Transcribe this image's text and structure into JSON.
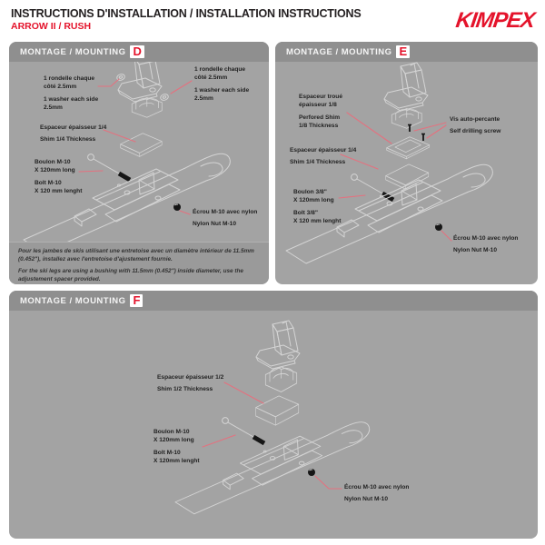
{
  "header": {
    "title": "INSTRUCTIONS D'INSTALLATION / INSTALLATION INSTRUCTIONS",
    "subtitle": "ARROW II / RUSH",
    "brand": "KIMPEX"
  },
  "accent_color": "#e4132b",
  "leader_color": "#e4717f",
  "panels": {
    "d": {
      "header": "MONTAGE / MOUNTING",
      "letter": "D",
      "labels": {
        "washer_left_fr": "1 rondelle chaque\ncôté 2.5mm",
        "washer_left_en": "1 washer each side\n2.5mm",
        "washer_right_fr": "1 rondelle chaque\ncôté 2.5mm",
        "washer_right_en": "1 washer each side\n2.5mm",
        "shim_fr": "Espaceur épaisseur 1/4",
        "shim_en": "Shim 1/4 Thickness",
        "bolt_fr": "Boulon M-10\nX 120mm long",
        "bolt_en": "Bolt M-10\nX 120 mm lenght",
        "nut_fr": "Écrou M-10 avec nylon",
        "nut_en": "Nylon Nut M-10"
      },
      "note_fr": "Pour les jambes de skis utilisant une entretoise avec un diamètre intérieur de 11.5mm (0.452\"), installez avec l'entretoise d'ajustement fournie.",
      "note_en": "For the ski legs are using a bushing with 11.5mm (0.452\") inside diameter, use the adjustement spacer provided."
    },
    "e": {
      "header": "MONTAGE / MOUNTING",
      "letter": "E",
      "labels": {
        "perfshim_fr": "Espaceur troué\népaisseur 1/8",
        "perfshim_en": "Perfored Shim\n1/8 Thickness",
        "screw_fr": "Vis auto-percante",
        "screw_en": "Self drilling screw",
        "shim_fr": "Espaceur épaisseur 1/4",
        "shim_en": "Shim 1/4 Thickness",
        "bolt_fr": "Boulon 3/8\"\nX 120mm long",
        "bolt_en": "Bolt 3/8\"\nX 120 mm lenght",
        "nut_fr": "Écrou M-10 avec nylon",
        "nut_en": "Nylon Nut M-10"
      }
    },
    "f": {
      "header": "MONTAGE / MOUNTING",
      "letter": "F",
      "labels": {
        "shim_fr": "Espaceur épaisseur 1/2",
        "shim_en": "Shim 1/2 Thickness",
        "bolt_fr": "Boulon M-10\nX 120mm long",
        "bolt_en": "Bolt M-10\nX 120mm lenght",
        "nut_fr": "Écrou M-10 avec nylon",
        "nut_en": "Nylon Nut M-10"
      }
    }
  }
}
